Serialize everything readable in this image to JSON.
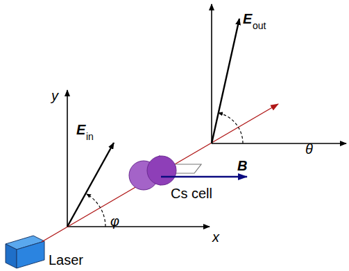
{
  "diagram": {
    "labels": [
      "y",
      "x",
      "E",
      "in",
      "φ",
      "Cs cell",
      "B",
      "E",
      "out",
      "θ",
      "Laser"
    ]
  }
}
